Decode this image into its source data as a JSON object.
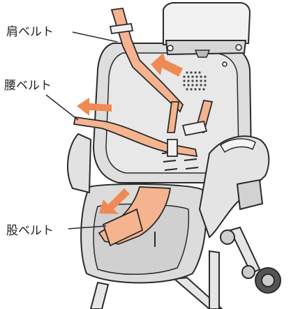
{
  "labels": {
    "shoulder_belt": "肩ベルト",
    "waist_belt": "腰ベルト",
    "crotch_belt": "股ベルト"
  },
  "colors": {
    "belt_fill": "#f5b48f",
    "arrow_fill": "#f08a55",
    "outline": "#2a2a2a",
    "seat_gray": "#d9d9d9",
    "frame_light": "#eeeeee"
  },
  "icons": {
    "direction_arrow": "arrow-icon",
    "speaker_grille": "vent-icon"
  }
}
